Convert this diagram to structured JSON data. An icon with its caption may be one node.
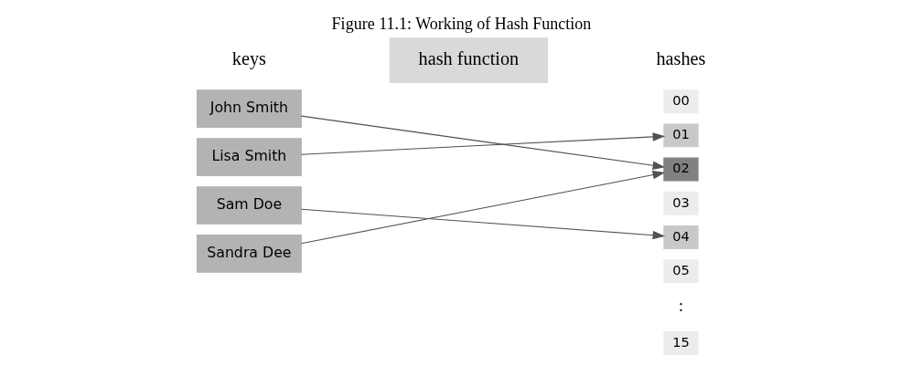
{
  "diagram": {
    "title": "Figure 11.1: Working of Hash Function",
    "nodes": [
      {
        "text": [
          "John Smith"
        ]
      },
      {
        "text": [
          "Lisa Smith"
        ]
      },
      {
        "text": [
          "Sam Doe"
        ]
      },
      {
        "text": [
          "Sandra Dee"
        ]
      },
      {
        "text": [
          "hash function"
        ]
      },
      {
        "text": [
          "00"
        ]
      },
      {
        "text": [
          "01"
        ]
      },
      {
        "text": [
          "02"
        ]
      },
      {
        "text": [
          "03"
        ]
      },
      {
        "text": [
          "04"
        ]
      },
      {
        "text": [
          "05"
        ]
      },
      {
        "text": [
          "15"
        ]
      }
    ],
    "edges": [
      {
        "from": 0,
        "to": 7,
        "arrow": "to"
      },
      {
        "from": 1,
        "to": 6,
        "arrow": "to"
      },
      {
        "from": 2,
        "to": 9,
        "arrow": "to"
      },
      {
        "from": 3,
        "to": 7,
        "arrow": "to"
      }
    ],
    "labels": [
      "keys",
      "hashes",
      ":"
    ]
  }
}
